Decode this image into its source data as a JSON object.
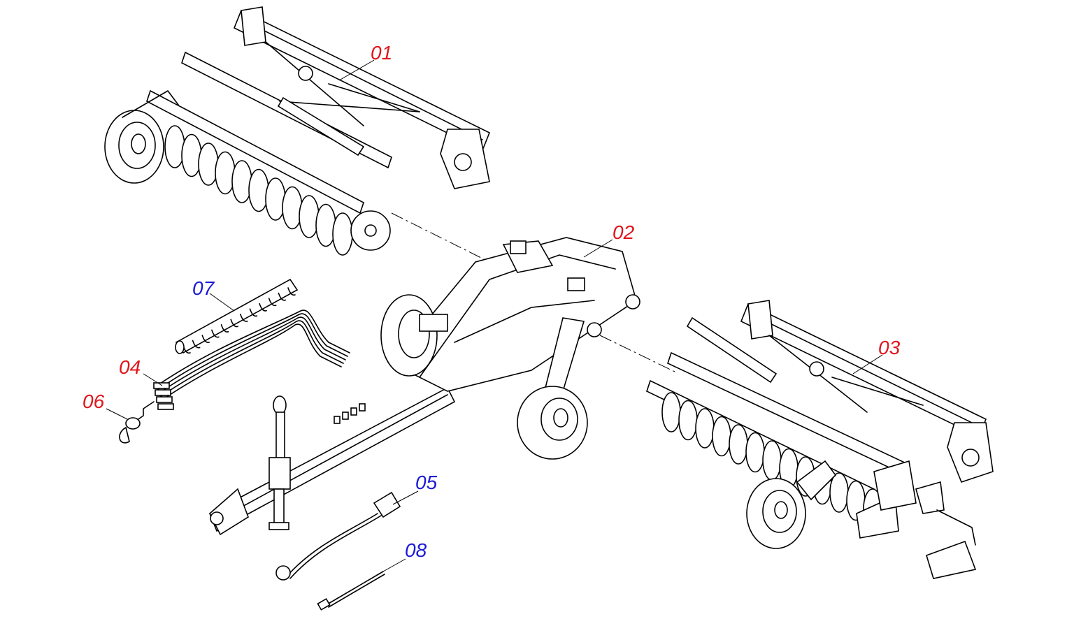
{
  "callouts": [
    {
      "id": "01",
      "color": "#e0151b"
    },
    {
      "id": "02",
      "color": "#e0151b"
    },
    {
      "id": "03",
      "color": "#e0151b"
    },
    {
      "id": "04",
      "color": "#e0151b"
    },
    {
      "id": "05",
      "color": "#1b1bd6"
    },
    {
      "id": "06",
      "color": "#e0151b"
    },
    {
      "id": "07",
      "color": "#1b1bd6"
    },
    {
      "id": "08",
      "color": "#1b1bd6"
    }
  ]
}
